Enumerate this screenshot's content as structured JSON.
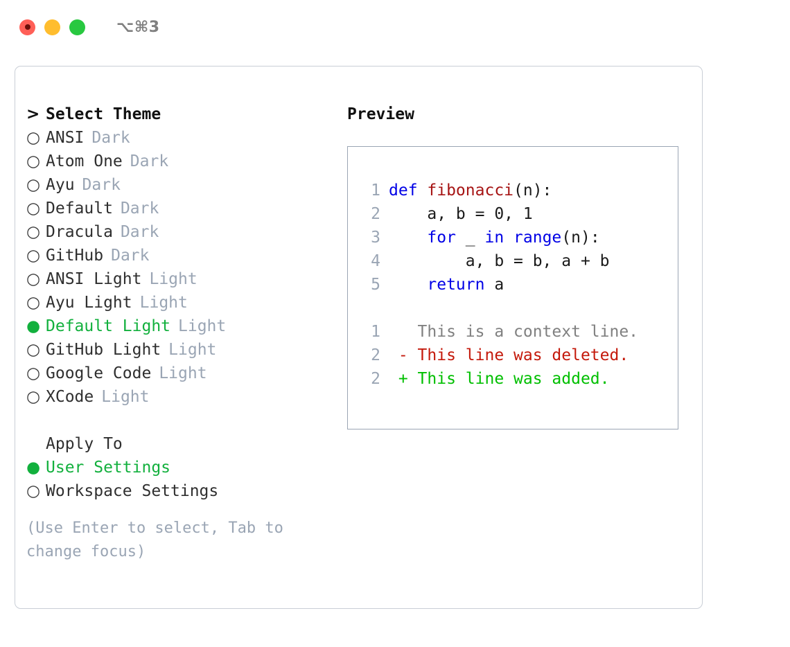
{
  "titlebar": {
    "shortcut": "⌥⌘3",
    "buttons": [
      {
        "name": "close",
        "color": "#ff5f57"
      },
      {
        "name": "minimize",
        "color": "#ffbd2e"
      },
      {
        "name": "zoom",
        "color": "#28c840"
      }
    ]
  },
  "chooser": {
    "heading_marker": ">",
    "heading": "Select Theme",
    "unselected_marker": "○",
    "selected_marker": "●",
    "items": [
      {
        "marker": "○",
        "label": "ANSI",
        "kind": "Dark",
        "selected": false
      },
      {
        "marker": "○",
        "label": "Atom One",
        "kind": "Dark",
        "selected": false
      },
      {
        "marker": "○",
        "label": "Ayu",
        "kind": "Dark",
        "selected": false
      },
      {
        "marker": "○",
        "label": "Default",
        "kind": "Dark",
        "selected": false
      },
      {
        "marker": "○",
        "label": "Dracula",
        "kind": "Dark",
        "selected": false
      },
      {
        "marker": "○",
        "label": "GitHub",
        "kind": "Dark",
        "selected": false
      },
      {
        "marker": "○",
        "label": "ANSI Light",
        "kind": "Light",
        "selected": false
      },
      {
        "marker": "○",
        "label": "Ayu Light",
        "kind": "Light",
        "selected": false
      },
      {
        "marker": "●",
        "label": "Default Light",
        "kind": "Light",
        "selected": true
      },
      {
        "marker": "○",
        "label": "GitHub Light",
        "kind": "Light",
        "selected": false
      },
      {
        "marker": "○",
        "label": "Google Code",
        "kind": "Light",
        "selected": false
      },
      {
        "marker": "○",
        "label": "XCode",
        "kind": "Light",
        "selected": false
      }
    ],
    "apply_to": {
      "heading": "Apply To",
      "options": [
        {
          "marker": "●",
          "label": "User Settings",
          "selected": true
        },
        {
          "marker": "○",
          "label": "Workspace Settings",
          "selected": false
        }
      ]
    },
    "hint": "(Use Enter to select, Tab to change focus)"
  },
  "preview": {
    "title": "Preview",
    "code_lines": [
      {
        "no": "1",
        "tokens": [
          {
            "t": "def ",
            "c": "kw"
          },
          {
            "t": "fibonacci",
            "c": "fn"
          },
          {
            "t": "(n):",
            "c": "txt"
          }
        ]
      },
      {
        "no": "2",
        "tokens": [
          {
            "t": "    a, b = 0, 1",
            "c": "txt"
          }
        ]
      },
      {
        "no": "3",
        "tokens": [
          {
            "t": "    ",
            "c": "txt"
          },
          {
            "t": "for",
            "c": "kw"
          },
          {
            "t": " _ ",
            "c": "txt"
          },
          {
            "t": "in",
            "c": "kw"
          },
          {
            "t": " ",
            "c": "txt"
          },
          {
            "t": "range",
            "c": "kw"
          },
          {
            "t": "(n):",
            "c": "txt"
          }
        ]
      },
      {
        "no": "4",
        "tokens": [
          {
            "t": "        a, b = b, a + b",
            "c": "txt"
          }
        ]
      },
      {
        "no": "5",
        "tokens": [
          {
            "t": "    ",
            "c": "txt"
          },
          {
            "t": "return",
            "c": "kw"
          },
          {
            "t": " a",
            "c": "txt"
          }
        ]
      }
    ],
    "diff_lines": [
      {
        "no": "1",
        "tokens": [
          {
            "t": "   This is a context line.",
            "c": "ctx"
          }
        ]
      },
      {
        "no": "2",
        "tokens": [
          {
            "t": " - This line was deleted.",
            "c": "del"
          }
        ]
      },
      {
        "no": "2",
        "tokens": [
          {
            "t": " + This line was added.",
            "c": "add"
          }
        ]
      }
    ]
  },
  "colors": {
    "accent_green": "#12b03d",
    "muted": "#9aa5b4",
    "keyword_blue": "#0000e6",
    "function_red": "#a61414",
    "diff_deleted": "#c4190b",
    "diff_added": "#00bf00",
    "panel_border": "#c9ced6"
  }
}
